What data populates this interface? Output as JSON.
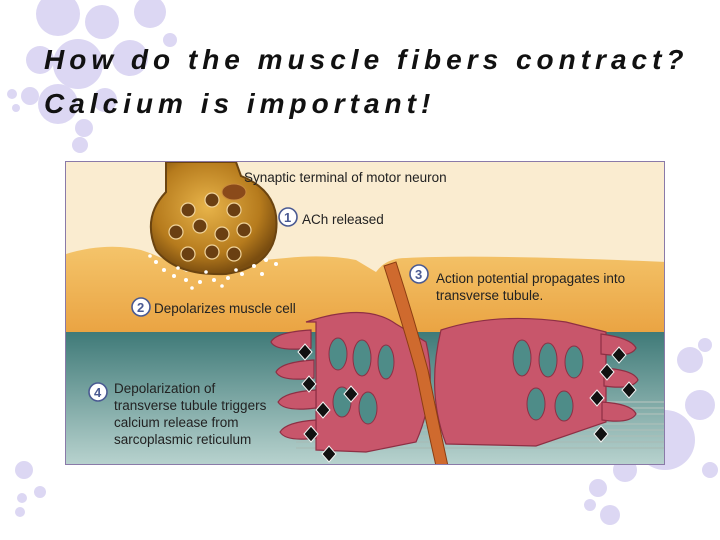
{
  "slide": {
    "title_line1": "How do the muscle fibers contract?",
    "title_line2": "Calcium is important!"
  },
  "figure": {
    "label_synaptic_terminal": "Synaptic terminal of motor neuron",
    "steps": [
      {
        "number": "1",
        "lines": [
          "ACh released"
        ]
      },
      {
        "number": "2",
        "lines": [
          "Depolarizes muscle cell"
        ]
      },
      {
        "number": "3",
        "lines": [
          "Action potential propagates into",
          "transverse tubule."
        ]
      },
      {
        "number": "4",
        "lines": [
          "Depolarization of",
          "transverse tubule triggers",
          "calcium release from",
          "sarcoplasmic reticulum"
        ]
      }
    ]
  },
  "colors": {
    "background": "#ffffff",
    "bubble": "#d9d4f2",
    "neuron": "#c88f28",
    "muscle_surface": "#f1b758",
    "extracellular": "#f9e8c5",
    "teal_cytoplasm": "#5e8f8a",
    "reticulum": "#c8556a",
    "t_tubule": "#cf6a2e",
    "calcium_marker": "#111111"
  }
}
